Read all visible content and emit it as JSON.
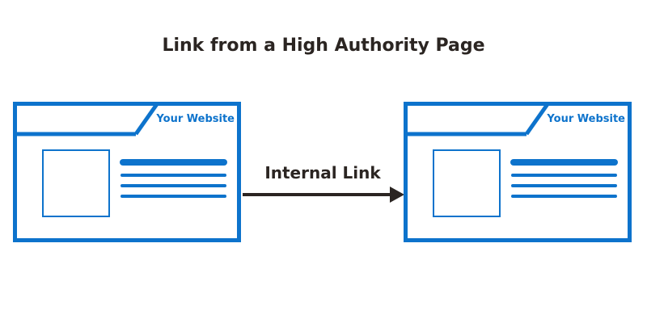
{
  "diagram": {
    "title": "Link from a High Authority Page",
    "source_page": {
      "label": "Your Website"
    },
    "target_page": {
      "label": "Your Website"
    },
    "edge": {
      "label": "Internal Link"
    }
  },
  "colors": {
    "accent": "#0d73cc",
    "text": "#2b2522"
  }
}
